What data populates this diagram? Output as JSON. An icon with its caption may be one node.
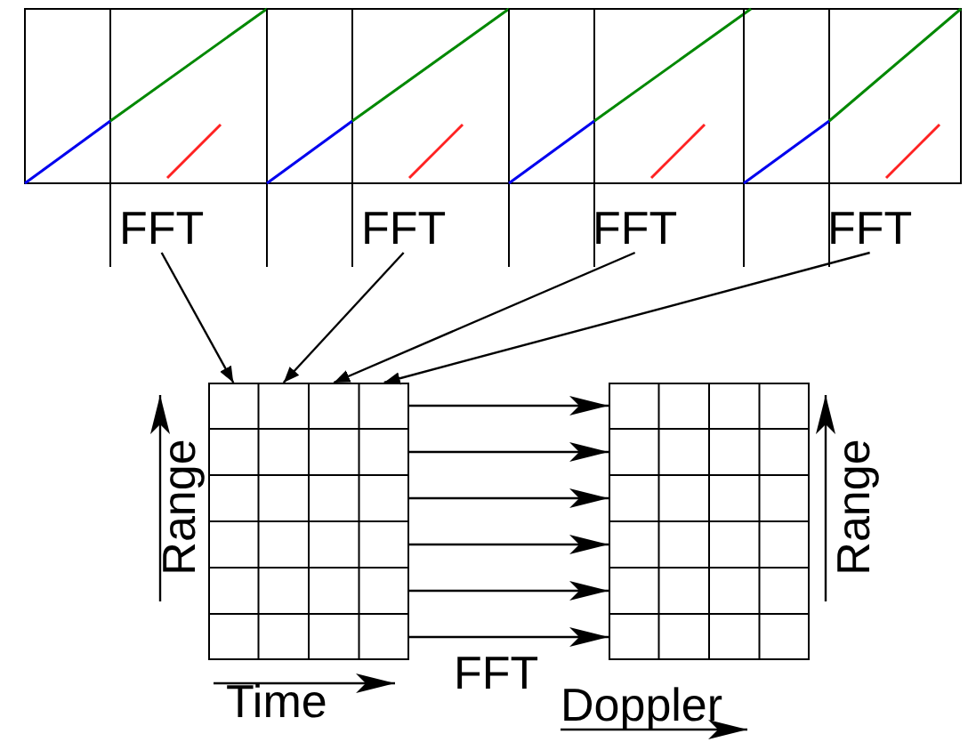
{
  "diagram": {
    "nodes": [
      {
        "text": [
          "FFT"
        ]
      },
      {
        "text": [
          "FFT"
        ]
      },
      {
        "text": [
          "FFT"
        ]
      },
      {
        "text": [
          "FFT"
        ]
      },
      {
        "text": [],
        "shape": "grid"
      },
      {
        "text": [],
        "shape": "grid"
      }
    ],
    "edges": [
      {
        "from": 0,
        "to": 4,
        "arrow": "to"
      },
      {
        "from": 1,
        "to": 4,
        "arrow": "to"
      },
      {
        "from": 2,
        "to": 4,
        "arrow": "to"
      },
      {
        "from": 3,
        "to": 4,
        "arrow": "to"
      },
      {
        "from": 4,
        "to": 5,
        "arrow": "to"
      },
      {
        "from": 4,
        "to": 5,
        "arrow": "to"
      },
      {
        "from": 4,
        "to": 5,
        "arrow": "to"
      },
      {
        "from": 4,
        "to": 5,
        "arrow": "to"
      },
      {
        "from": 4,
        "to": 5,
        "arrow": "to"
      },
      {
        "from": 4,
        "to": 5,
        "arrow": "to"
      }
    ],
    "labels": [
      "Range",
      "Time",
      "FFT",
      "Doppler",
      "Range"
    ]
  }
}
